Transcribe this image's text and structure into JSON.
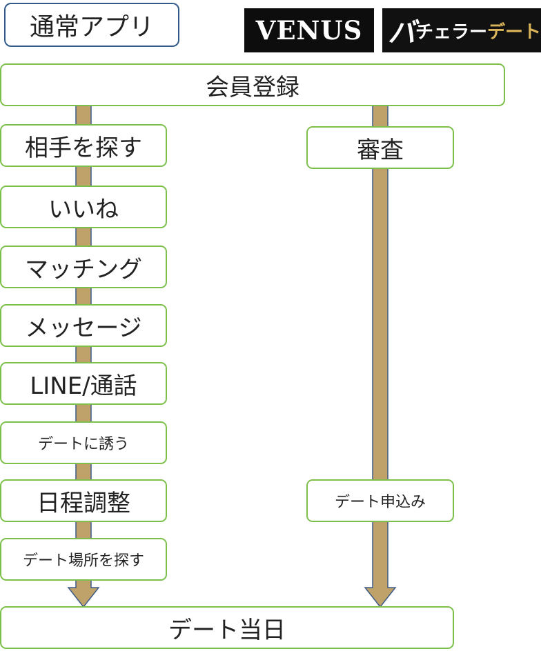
{
  "legend": {
    "normal_app": "通常アプリ"
  },
  "logos": {
    "venus": "VENUS",
    "bachelor_first": "バ",
    "bachelor_middle": "チェラー",
    "bachelor_last": "デート"
  },
  "flow": {
    "top": "会員登録",
    "normal_steps": [
      "相手を探す",
      "いいね",
      "マッチング",
      "メッセージ",
      "LINE/通話",
      "デートに誘う",
      "日程調整",
      "デート場所を探す"
    ],
    "app_steps": [
      "審査",
      "デート申込み"
    ],
    "bottom": "デート当日"
  },
  "colors": {
    "box_border": "#7cbf4a",
    "arrow_fill": "#bfa26a",
    "arrow_outline": "#3d5b87",
    "legend_border": "#2f5a8a"
  }
}
